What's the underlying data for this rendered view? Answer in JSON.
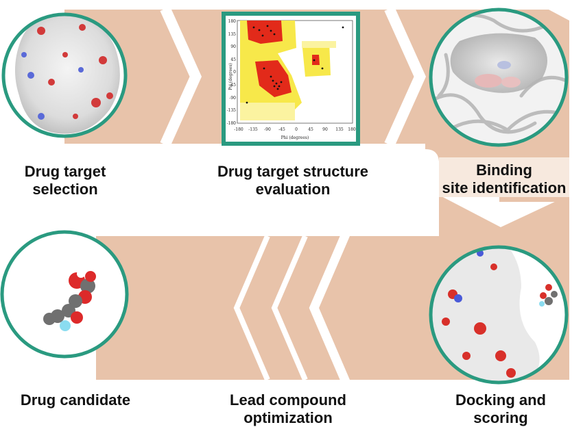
{
  "colors": {
    "band": "#e8c3aa",
    "ring": "#2a9a80",
    "label_bg": "#f7e9de",
    "text": "#111111"
  },
  "steps": [
    {
      "line1": "Drug target",
      "line2": "selection",
      "icon": "protein-surface-icon"
    },
    {
      "line1": "Drug target structure",
      "line2": "evaluation",
      "icon": "ramachandran-plot-icon"
    },
    {
      "line1": "Binding",
      "line2": "site identification",
      "icon": "binding-pocket-icon"
    },
    {
      "line1": "Docking and",
      "line2": "scoring",
      "icon": "docked-ligand-icon"
    },
    {
      "line1": "Lead compound",
      "line2": "optimization",
      "icon": ""
    },
    {
      "line1": "Drug candidate",
      "line2": "",
      "icon": "molecule-icon"
    }
  ],
  "plot": {
    "y_label": "Psi (degrees)",
    "x_label": "Phi (degrees)",
    "y_ticks": [
      "180",
      "135",
      "90",
      "45",
      "0",
      "-45",
      "-90",
      "-135",
      "-180"
    ],
    "x_ticks": [
      "-180",
      "-135",
      "-90",
      "-45",
      "0",
      "45",
      "90",
      "135",
      "180"
    ]
  }
}
